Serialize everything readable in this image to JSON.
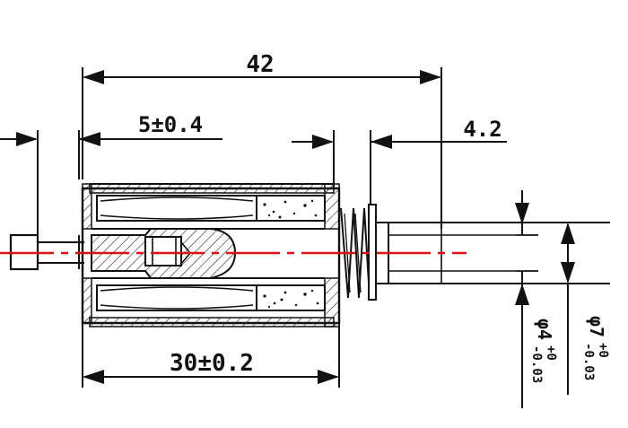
{
  "drawing": {
    "dimensions": {
      "overall_length": "42",
      "shaft_offset": "5±0.4",
      "plunger_extension": "4.2",
      "body_length": "30±0.2",
      "outer_shaft_diameter": "φ7",
      "outer_shaft_tol_upper": "+0",
      "outer_shaft_tol_lower": "-0.03",
      "inner_shaft_diameter": "φ4",
      "inner_shaft_tol_upper": "+0",
      "inner_shaft_tol_lower": "-0.03"
    },
    "colors": {
      "line": "#111111",
      "centerline": "#e01010",
      "hatch": "#222222"
    }
  }
}
